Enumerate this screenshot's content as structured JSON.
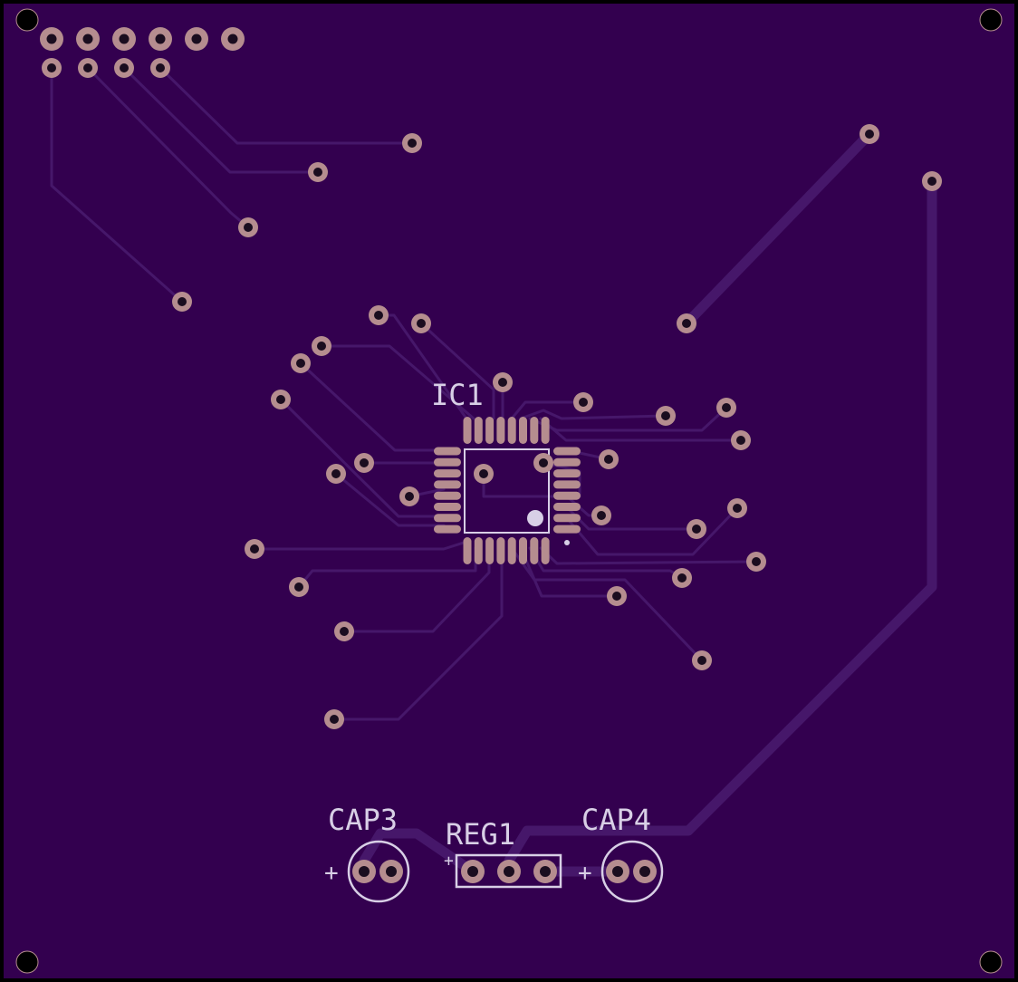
{
  "board": {
    "colors": {
      "outline": "#000000",
      "substrate": "#33004f",
      "trace": "#46176a",
      "pad": "#b58d8f",
      "drill": "#1a0d1f",
      "silkscreen": "#d8cfe6"
    }
  },
  "labels": {
    "ic1": "IC1",
    "cap3": "CAP3",
    "reg1": "REG1",
    "cap4": "CAP4",
    "plus": "+"
  }
}
